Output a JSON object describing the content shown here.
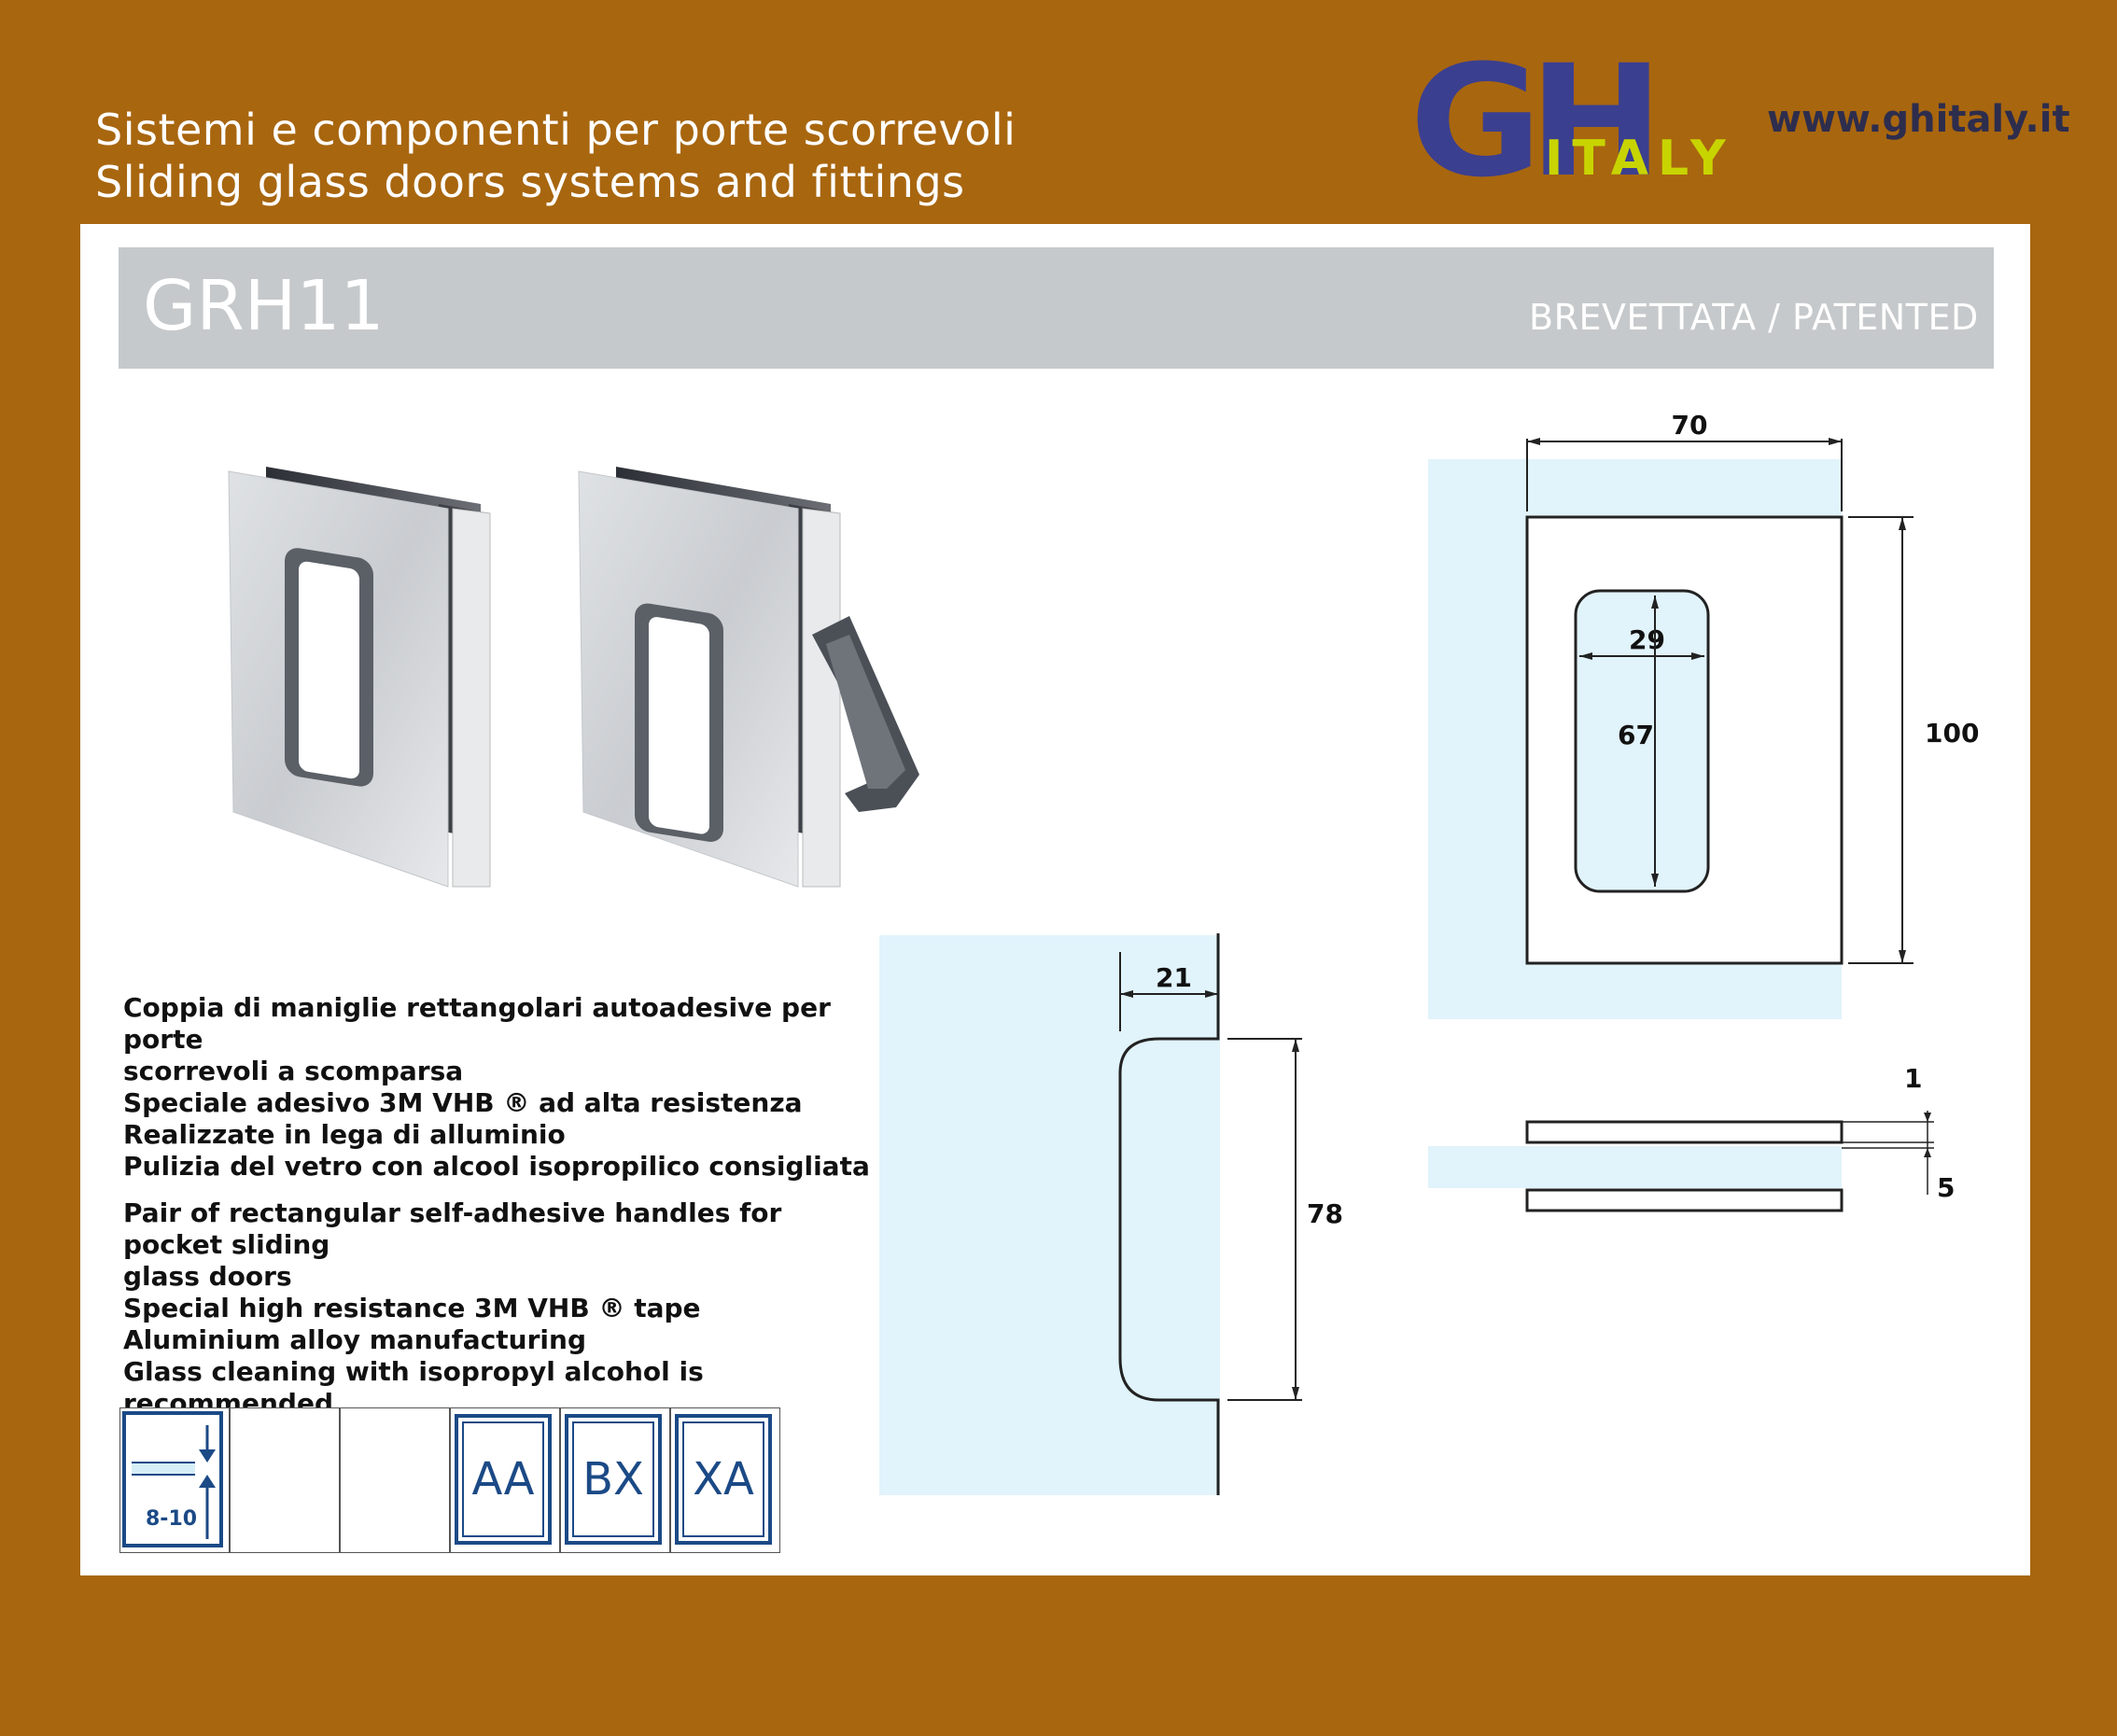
{
  "header": {
    "line_it": "Sistemi e componenti per porte scorrevoli",
    "line_en": "Sliding glass doors systems and fittings"
  },
  "brand": {
    "logo_main": "GH",
    "logo_sub": "ITALY",
    "website": "www.ghitaly.it",
    "colors": {
      "logo_blue": "#3b3f8f",
      "logo_green": "#c8d400",
      "background": "#a8660f"
    }
  },
  "product": {
    "code": "GRH11",
    "patent": "BREVETTATA / PATENTED"
  },
  "description_it": [
    "Coppia di maniglie rettangolari autoadesive per porte",
    "scorrevoli a scomparsa",
    "Speciale adesivo 3M VHB ® ad alta resistenza",
    "Realizzate in lega di alluminio",
    "Pulizia del vetro con alcool isopropilico consigliata"
  ],
  "description_en": [
    "Pair of rectangular self-adhesive handles for pocket sliding",
    "glass doors",
    "Special high resistance 3M VHB ® tape",
    "Aluminium alloy manufacturing",
    "Glass cleaning with isopropyl alcohol is recommended"
  ],
  "dimensions": {
    "width": "70",
    "height": "100",
    "slot_width": "29",
    "slot_height": "67",
    "thickness_plate": "1",
    "gap": "5",
    "depth": "21",
    "grip_height": "78"
  },
  "glass_thickness": "8-10",
  "finishes": [
    "AA",
    "BX",
    "XA"
  ]
}
